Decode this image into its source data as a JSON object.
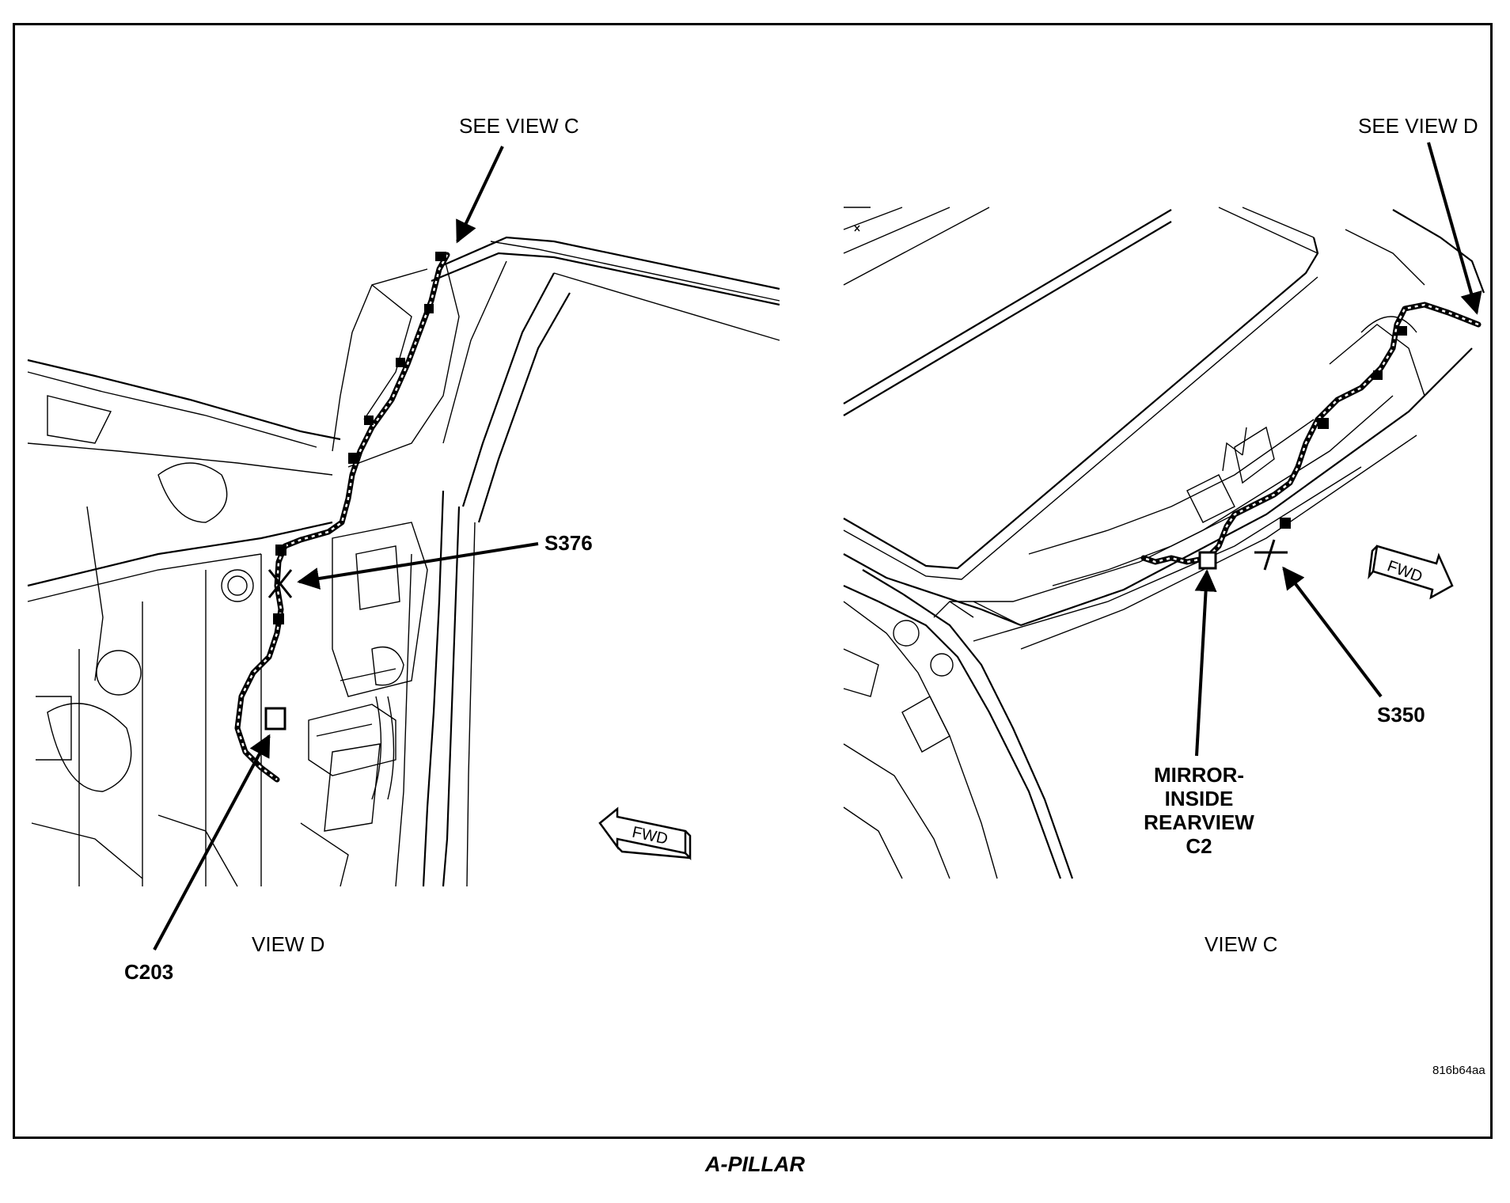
{
  "labels": {
    "see_view_c": "SEE VIEW C",
    "see_view_d": "SEE VIEW D",
    "s376": "S376",
    "c203": "C203",
    "view_d": "VIEW D",
    "s350": "S350",
    "mirror_line1": "MIRROR-",
    "mirror_line2": "INSIDE",
    "mirror_line3": "REARVIEW",
    "mirror_line4": "C2",
    "view_c": "VIEW C",
    "fwd": "FWD",
    "ref_code": "816b64aa",
    "caption": "A-PILLAR"
  }
}
